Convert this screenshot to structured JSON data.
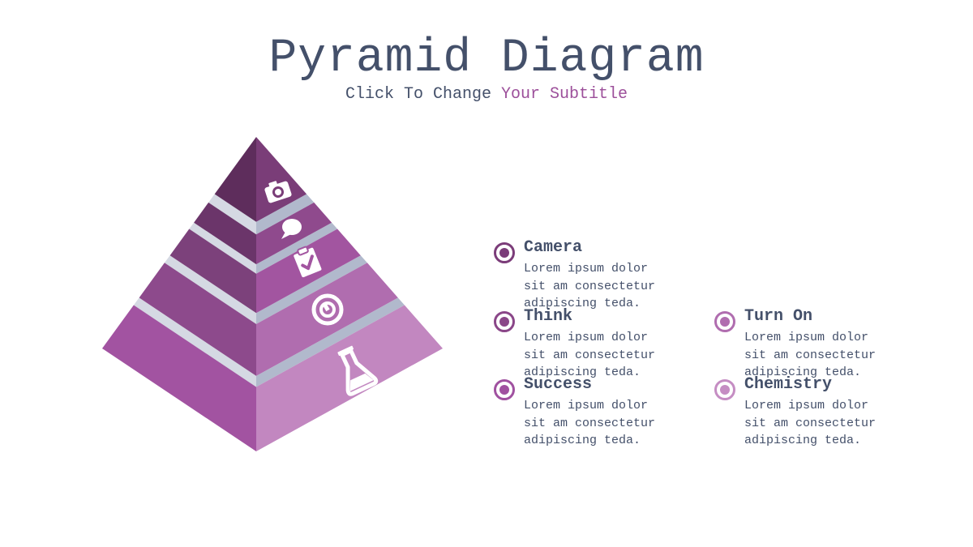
{
  "header": {
    "title": "Pyramid Diagram",
    "subtitle_main": "Click To Change ",
    "subtitle_accent": "Your Subtitle"
  },
  "colors": {
    "text": "#44506a",
    "accent": "#9c4f9a",
    "separator_left": "#d5d9e3",
    "separator_right": "#b1b9cc"
  },
  "pyramid": {
    "levels": [
      {
        "name": "Camera",
        "icon": "camera-icon",
        "left_color": "#5e2d5c",
        "right_color": "#7a3d78"
      },
      {
        "name": "Think",
        "icon": "speech-bubble-icon",
        "left_color": "#6b356a",
        "right_color": "#8f4a8d"
      },
      {
        "name": "Success",
        "icon": "clipboard-check-icon",
        "left_color": "#7c417b",
        "right_color": "#a255a0"
      },
      {
        "name": "Turn On",
        "icon": "power-icon",
        "left_color": "#8d4a8c",
        "right_color": "#b06daf"
      },
      {
        "name": "Chemistry",
        "icon": "flask-icon",
        "left_color": "#a253a1",
        "right_color": "#c287c0"
      }
    ]
  },
  "items": [
    {
      "title": "Camera",
      "text": "Lorem ipsum dolor sit am consectetur adipiscing teda.",
      "ring_color": "#7b3c79",
      "dot_color": "#7b3c79"
    },
    {
      "title": "Think",
      "text": "Lorem ipsum dolor sit am consectetur adipiscing teda.",
      "ring_color": "#8a4688",
      "dot_color": "#8a4688"
    },
    {
      "title": "Success",
      "text": "Lorem ipsum dolor sit am consectetur adipiscing teda.",
      "ring_color": "#a051a0",
      "dot_color": "#a051a0"
    },
    {
      "title": "Turn On",
      "text": "Lorem ipsum dolor sit am consectetur adipiscing teda.",
      "ring_color": "#b06daf",
      "dot_color": "#b06daf"
    },
    {
      "title": "Chemistry",
      "text": "Lorem ipsum dolor sit am consectetur adipiscing teda.",
      "ring_color": "#c58dc3",
      "dot_color": "#c58dc3"
    }
  ]
}
